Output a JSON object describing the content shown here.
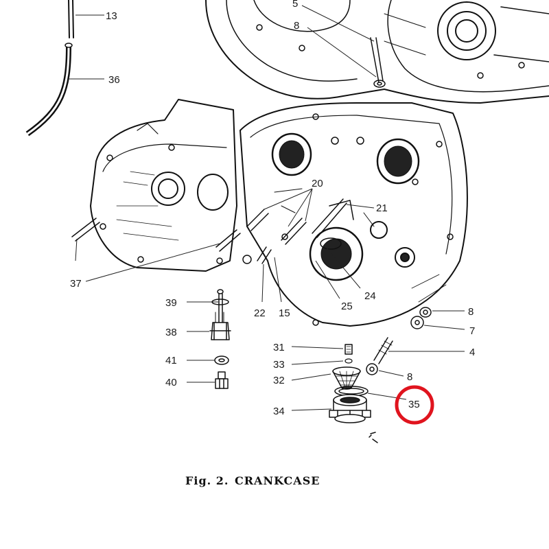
{
  "figure": {
    "caption_number": "Fig. 2.",
    "caption_title": "CRANKCASE"
  },
  "callouts": [
    {
      "id": "c13",
      "text": "13"
    },
    {
      "id": "c36",
      "text": "36"
    },
    {
      "id": "c5",
      "text": "5"
    },
    {
      "id": "c8a",
      "text": "8"
    },
    {
      "id": "c20",
      "text": "20"
    },
    {
      "id": "c21",
      "text": "21"
    },
    {
      "id": "c37",
      "text": "37"
    },
    {
      "id": "c24",
      "text": "24"
    },
    {
      "id": "c25",
      "text": "25"
    },
    {
      "id": "c22",
      "text": "22"
    },
    {
      "id": "c15",
      "text": "15"
    },
    {
      "id": "c39",
      "text": "39"
    },
    {
      "id": "c38",
      "text": "38"
    },
    {
      "id": "c41",
      "text": "41"
    },
    {
      "id": "c40",
      "text": "40"
    },
    {
      "id": "c8b",
      "text": "8"
    },
    {
      "id": "c7",
      "text": "7"
    },
    {
      "id": "c4",
      "text": "4"
    },
    {
      "id": "c31",
      "text": "31"
    },
    {
      "id": "c33",
      "text": "33"
    },
    {
      "id": "c32",
      "text": "32"
    },
    {
      "id": "c8c",
      "text": "8"
    },
    {
      "id": "c34",
      "text": "34"
    },
    {
      "id": "c35",
      "text": "35"
    }
  ],
  "highlight": {
    "target": "35",
    "color": "#e0141e"
  },
  "colors": {
    "ink": "#111111",
    "paper": "#ffffff"
  }
}
